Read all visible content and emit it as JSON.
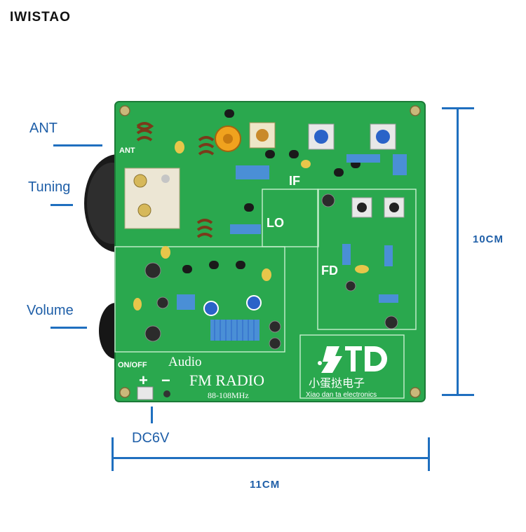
{
  "brand": "IWISTAO",
  "labels": {
    "ant": "ANT",
    "tuning": "Tuning",
    "volume": "Volume",
    "dc": "DC6V"
  },
  "dimensions": {
    "height": "10CM",
    "width": "11CM"
  },
  "board": {
    "ant_silk": "ANT",
    "if_silk": "IF",
    "lo_silk": "LO",
    "fd_silk": "FD",
    "onoff_silk": "ON/OFF",
    "audio_silk": "Audio",
    "title": "FM RADIO",
    "band": "88-108MHz",
    "plus": "+",
    "minus": "−",
    "logo_chinese": "小蛋挞电子",
    "logo_english": "Xiao dan ta electronics"
  },
  "colors": {
    "pcb": "#2aa84e",
    "accent": "#1f6fbf"
  }
}
